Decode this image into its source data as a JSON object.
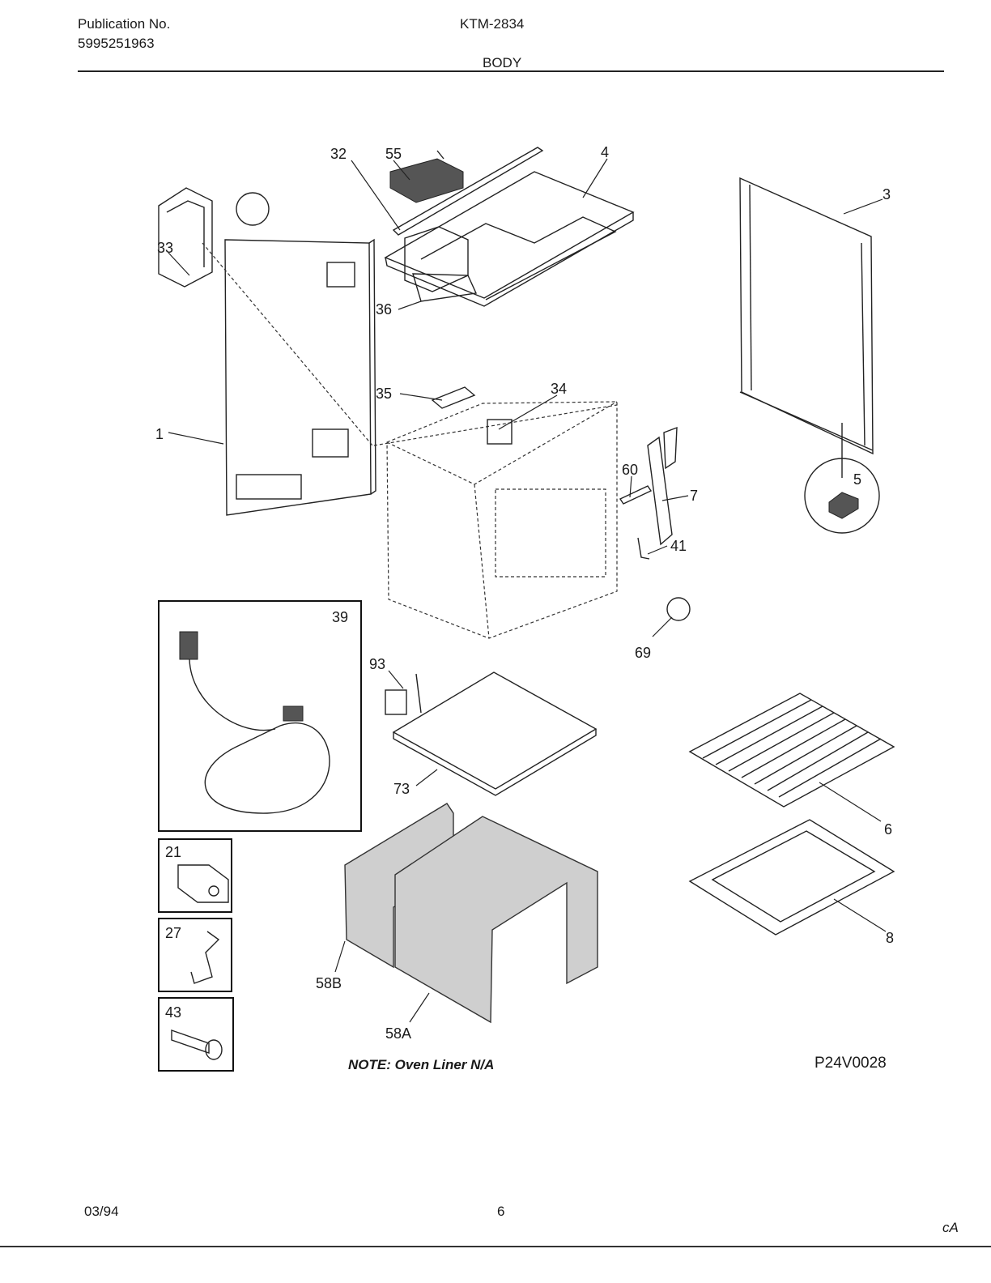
{
  "header": {
    "publication_label": "Publication No.",
    "publication_number": "5995251963",
    "model": "KTM-2834",
    "section_title": "BODY"
  },
  "callouts": {
    "c1": "1",
    "c3": "3",
    "c4": "4",
    "c5": "5",
    "c6": "6",
    "c7": "7",
    "c8": "8",
    "c21": "21",
    "c27": "27",
    "c32": "32",
    "c33": "33",
    "c34": "34",
    "c35": "35",
    "c36": "36",
    "c39": "39",
    "c41": "41",
    "c43": "43",
    "c55": "55",
    "c58a": "58A",
    "c58b": "58B",
    "c60": "60",
    "c69": "69",
    "c73": "73",
    "c93": "93"
  },
  "note": "NOTE: Oven Liner N/A",
  "diagram_code": "P24V0028",
  "footer": {
    "date": "03/94",
    "page_number": "6",
    "mark": "cA"
  }
}
